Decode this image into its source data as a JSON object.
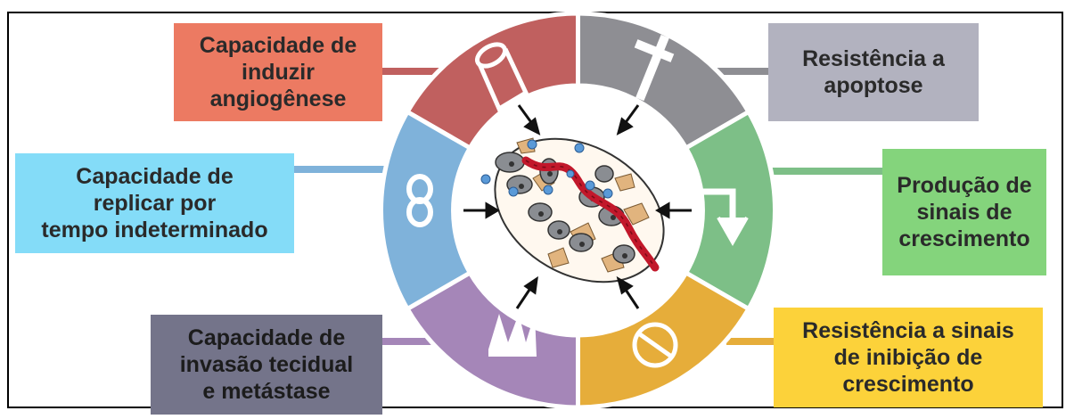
{
  "labels": {
    "angiogenesis": "Capacidade de\ninduzir\nangiogênese",
    "apoptosis": "Resistência a\napoptose",
    "replication": "Capacidade de\nreplicar por\ntempo indeterminado",
    "growth_signals": "Produção de\nsinais de\ncrescimento",
    "invasion": "Capacidade de\ninvasão tecidual\ne metástase",
    "growth_inhibition": "Resistência a sinais\nde inibição de\ncrescimento"
  },
  "colors": {
    "angiogenesis": "#c0605f",
    "apoptosis": "#8e8e93",
    "growth_signals": "#7dbf87",
    "growth_inhibition": "#e6ad3a",
    "invasion": "#a586b8",
    "replication": "#7fb2da",
    "vessel": "#c2182b",
    "cell": "#8a8d92",
    "stroma": "#e1b47e",
    "protein": "#5a9ad8"
  },
  "icons": [
    "cylinder-icon",
    "cross-icon",
    "bent-arrow-icon",
    "no-entry-icon",
    "zigzag-icon",
    "infinity-icon",
    "tumor-icon"
  ]
}
